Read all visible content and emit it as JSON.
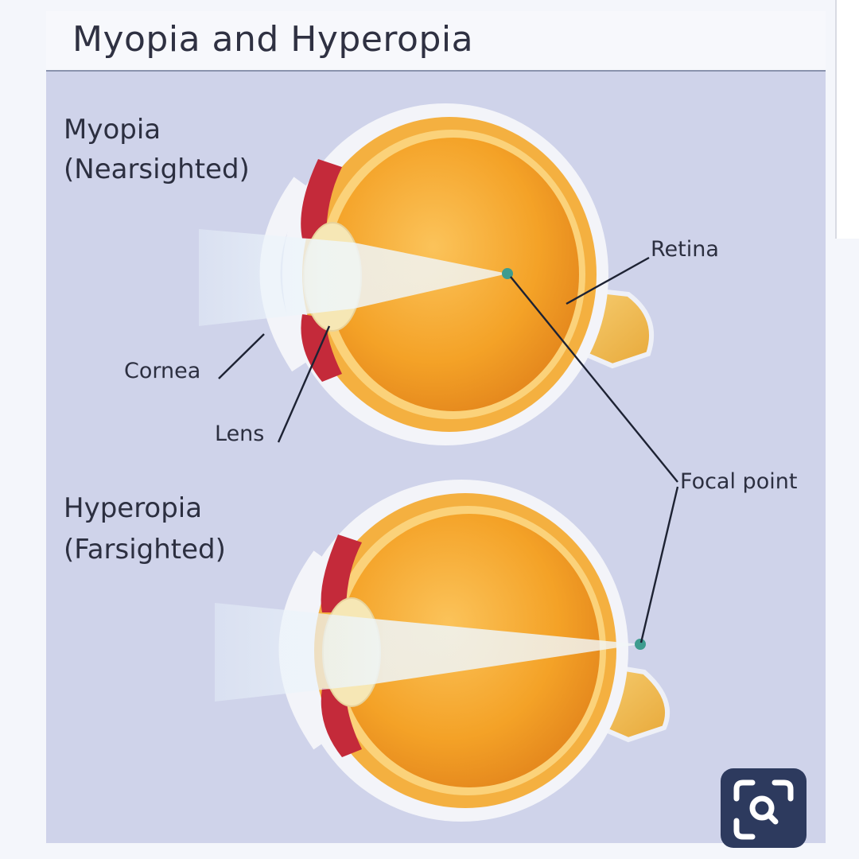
{
  "title": "Myopia and Hyperopia",
  "myopia": {
    "heading_line1": "Myopia",
    "heading_line2": "(Nearsighted)"
  },
  "hyperopia": {
    "heading_line1": "Hyperopia",
    "heading_line2": "(Farsighted)"
  },
  "labels": {
    "retina": "Retina",
    "cornea": "Cornea",
    "lens": "Lens",
    "focal_point": "Focal point"
  },
  "icons": {
    "visual_search": "visual-search-icon"
  },
  "colors": {
    "background": "#cfd3ea",
    "eye_outer": "#f2a51c",
    "eye_inner": "#ef9a2a",
    "iris": "#c42a3a",
    "light_beam": "#eef5fb",
    "focal_dot": "#3e9c8f",
    "button": "#2d3a5e"
  }
}
